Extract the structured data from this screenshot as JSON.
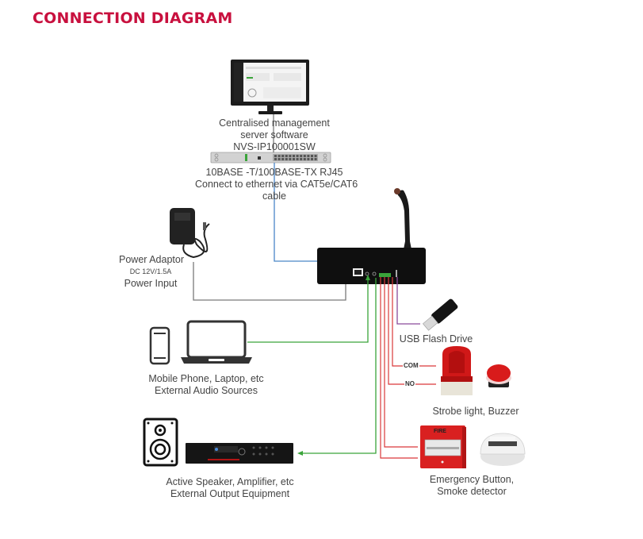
{
  "title": "CONNECTION DIAGRAM",
  "colors": {
    "title": "#c8103e",
    "network_line": "#4a86c8",
    "power_line": "#7a7a7a",
    "audio_line": "#3aa43a",
    "alarm_line": "#d9383a",
    "usb_line": "#8a4a9a"
  },
  "nodes": {
    "server": {
      "icon": "monitor-icon",
      "lines": [
        "Centralised management",
        "server software",
        "NVS-IP100001SW"
      ]
    },
    "switch": {
      "icon": "network-switch-icon",
      "lines": [
        "10BASE -T/100BASE-TX RJ45",
        "Connect to ethernet via CAT5e/CAT6",
        "cable"
      ]
    },
    "power": {
      "icon": "power-adaptor-icon",
      "lines": [
        "Power Adaptor",
        "DC 12V/1.5A",
        "Power Input"
      ]
    },
    "main_unit": {
      "icon": "desktop-microphone-console-icon"
    },
    "usb": {
      "icon": "usb-flash-drive-icon",
      "lines": [
        "USB Flash Drive"
      ]
    },
    "audio_sources": {
      "icons": [
        "mobile-phone-icon",
        "laptop-icon"
      ],
      "lines": [
        "Mobile Phone, Laptop, etc",
        "External Audio Sources"
      ]
    },
    "strobe": {
      "icons": [
        "strobe-light-icon",
        "buzzer-icon"
      ],
      "lines": [
        "Strobe light, Buzzer"
      ],
      "terminals": [
        "COM",
        "NO"
      ]
    },
    "output": {
      "icons": [
        "speaker-icon",
        "amplifier-icon"
      ],
      "lines": [
        "Active Speaker, Amplifier, etc",
        "External Output Equipment"
      ]
    },
    "emergency": {
      "icons": [
        "fire-alarm-button-icon",
        "smoke-detector-icon"
      ],
      "lines": [
        "Emergency Button,",
        "Smoke detector"
      ],
      "fire_label": "FIRE"
    }
  }
}
